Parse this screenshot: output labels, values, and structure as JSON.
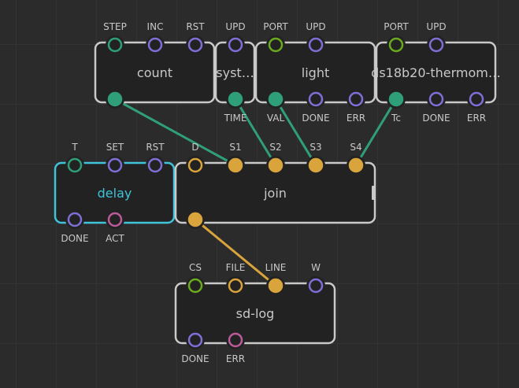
{
  "colors": {
    "background": "#2b2b2b",
    "node_fill": "#222222",
    "node_border": "#c9c9c9",
    "selected_border": "#3fc3d9",
    "pulse": "#2f9f79",
    "number": "#7e6fd6",
    "port": "#6aaa1f",
    "string": "#d9a43b",
    "boolean": "#bb5a9a",
    "link_pulse": "#2f9f79",
    "link_string": "#d9a43b"
  },
  "nodes": [
    {
      "id": "count",
      "title": "count",
      "selected": false,
      "inputs": [
        {
          "label": "STEP",
          "type": "pulse",
          "filled": false
        },
        {
          "label": "INC",
          "type": "number",
          "filled": false
        },
        {
          "label": "RST",
          "type": "number",
          "filled": false
        }
      ],
      "outputs": [
        {
          "label": "",
          "type": "pulse",
          "filled": true
        }
      ]
    },
    {
      "id": "syst",
      "title": "syst…",
      "selected": false,
      "inputs": [
        {
          "label": "UPD",
          "type": "number",
          "filled": false
        }
      ],
      "outputs": [
        {
          "label": "TIME",
          "type": "pulse",
          "filled": true
        }
      ]
    },
    {
      "id": "light",
      "title": "light",
      "selected": false,
      "inputs": [
        {
          "label": "PORT",
          "type": "port",
          "filled": false
        },
        {
          "label": "UPD",
          "type": "number",
          "filled": false
        }
      ],
      "outputs": [
        {
          "label": "VAL",
          "type": "pulse",
          "filled": true
        },
        {
          "label": "DONE",
          "type": "number",
          "filled": false
        },
        {
          "label": "ERR",
          "type": "number",
          "filled": false
        }
      ]
    },
    {
      "id": "ds18b20",
      "title": "ds18b20-thermom…",
      "selected": false,
      "inputs": [
        {
          "label": "PORT",
          "type": "port",
          "filled": false
        },
        {
          "label": "UPD",
          "type": "number",
          "filled": false
        }
      ],
      "outputs": [
        {
          "label": "Tc",
          "type": "pulse",
          "filled": true
        },
        {
          "label": "DONE",
          "type": "number",
          "filled": false
        },
        {
          "label": "ERR",
          "type": "number",
          "filled": false
        }
      ]
    },
    {
      "id": "delay",
      "title": "delay",
      "selected": true,
      "inputs": [
        {
          "label": "T",
          "type": "pulse",
          "filled": false
        },
        {
          "label": "SET",
          "type": "number",
          "filled": false
        },
        {
          "label": "RST",
          "type": "number",
          "filled": false
        }
      ],
      "outputs": [
        {
          "label": "DONE",
          "type": "number",
          "filled": false
        },
        {
          "label": "ACT",
          "type": "boolean",
          "filled": false
        }
      ]
    },
    {
      "id": "join",
      "title": "join",
      "selected": false,
      "inputs": [
        {
          "label": "D",
          "type": "string",
          "filled": false
        },
        {
          "label": "S1",
          "type": "string",
          "filled": true
        },
        {
          "label": "S2",
          "type": "string",
          "filled": true
        },
        {
          "label": "S3",
          "type": "string",
          "filled": true
        },
        {
          "label": "S4",
          "type": "string",
          "filled": true
        }
      ],
      "outputs": [
        {
          "label": "",
          "type": "string",
          "filled": true
        }
      ]
    },
    {
      "id": "sdlog",
      "title": "sd-log",
      "selected": false,
      "inputs": [
        {
          "label": "CS",
          "type": "port",
          "filled": false
        },
        {
          "label": "FILE",
          "type": "string",
          "filled": false
        },
        {
          "label": "LINE",
          "type": "string",
          "filled": true
        },
        {
          "label": "W",
          "type": "number",
          "filled": false
        }
      ],
      "outputs": [
        {
          "label": "DONE",
          "type": "number",
          "filled": false
        },
        {
          "label": "ERR",
          "type": "boolean",
          "filled": false
        }
      ]
    }
  ],
  "links": [
    {
      "from": "count.out.0",
      "to": "join.in.1",
      "type": "pulse"
    },
    {
      "from": "syst.out.0",
      "to": "join.in.2",
      "type": "pulse"
    },
    {
      "from": "light.out.0",
      "to": "join.in.3",
      "type": "pulse"
    },
    {
      "from": "ds18b20.out.0",
      "to": "join.in.4",
      "type": "pulse"
    },
    {
      "from": "join.out.0",
      "to": "sdlog.in.2",
      "type": "string"
    }
  ]
}
